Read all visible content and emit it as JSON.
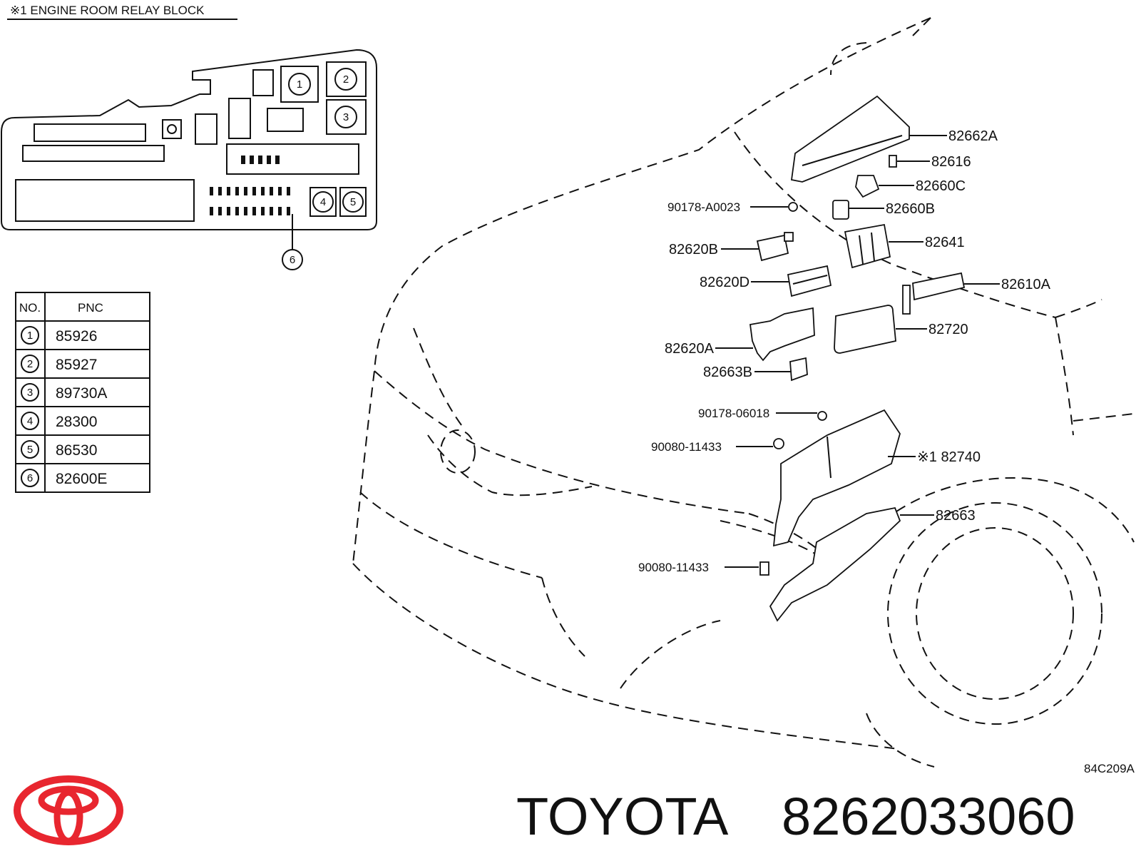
{
  "relay_block": {
    "title": "※1 ENGINE ROOM RELAY BLOCK",
    "callouts": [
      "1",
      "2",
      "3",
      "4",
      "5",
      "6"
    ]
  },
  "pnc_table": {
    "headers": {
      "no": "NO.",
      "pnc": "PNC"
    },
    "rows": [
      {
        "no": "1",
        "pnc": "85926"
      },
      {
        "no": "2",
        "pnc": "85927"
      },
      {
        "no": "3",
        "pnc": "89730A"
      },
      {
        "no": "4",
        "pnc": "28300"
      },
      {
        "no": "5",
        "pnc": "86530"
      },
      {
        "no": "6",
        "pnc": "82600E"
      }
    ]
  },
  "part_labels": [
    "82662A",
    "82616",
    "82660C",
    "90178-A0023",
    "82660B",
    "82620B",
    "82641",
    "82620D",
    "82610A",
    "82720",
    "82620A",
    "82663B",
    "90178-06018",
    "90080-11433",
    "※1 82740",
    "82663",
    "90080-11433"
  ],
  "diagram_code": "84C209A",
  "footer": {
    "brand": "TOYOTA",
    "part_number": "8262033060"
  },
  "logo": {
    "color": "#e8262f",
    "name": "toyota-logo"
  }
}
